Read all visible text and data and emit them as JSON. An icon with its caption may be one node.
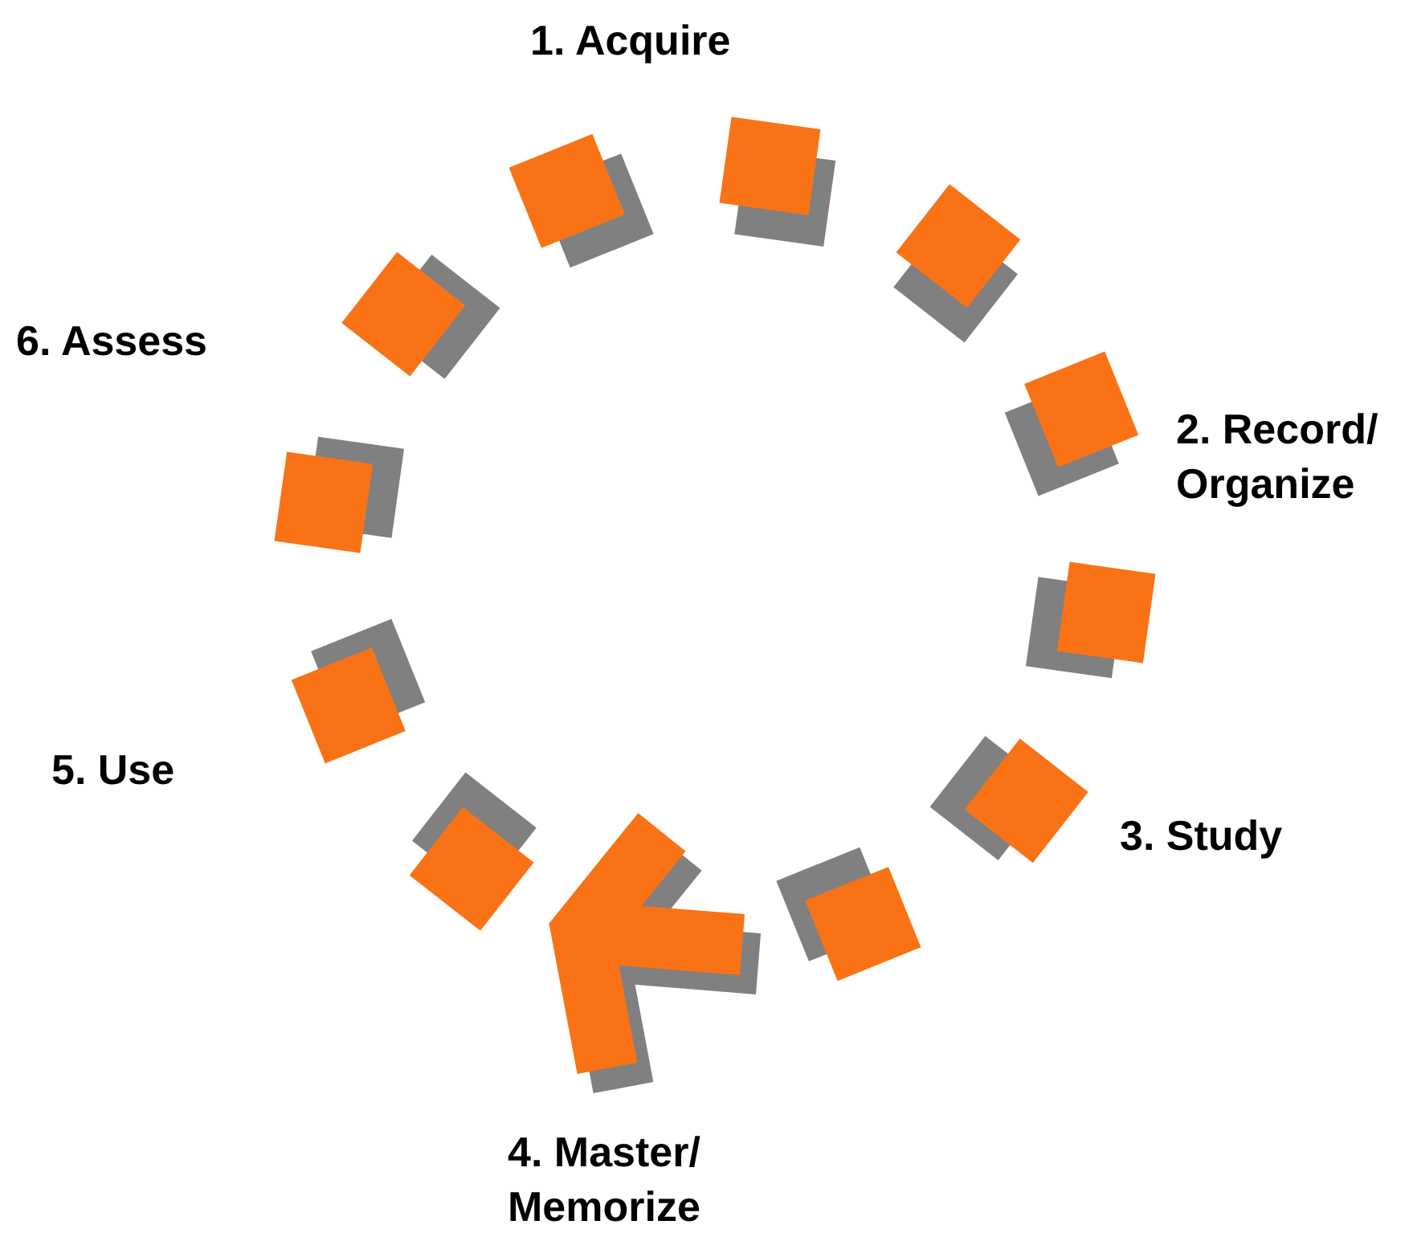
{
  "diagram": {
    "labels": [
      "1. Acquire",
      "2. Record/ Organize",
      "3. Study",
      "4. Master/ Memorize",
      "5. Use",
      "6. Assess"
    ]
  }
}
